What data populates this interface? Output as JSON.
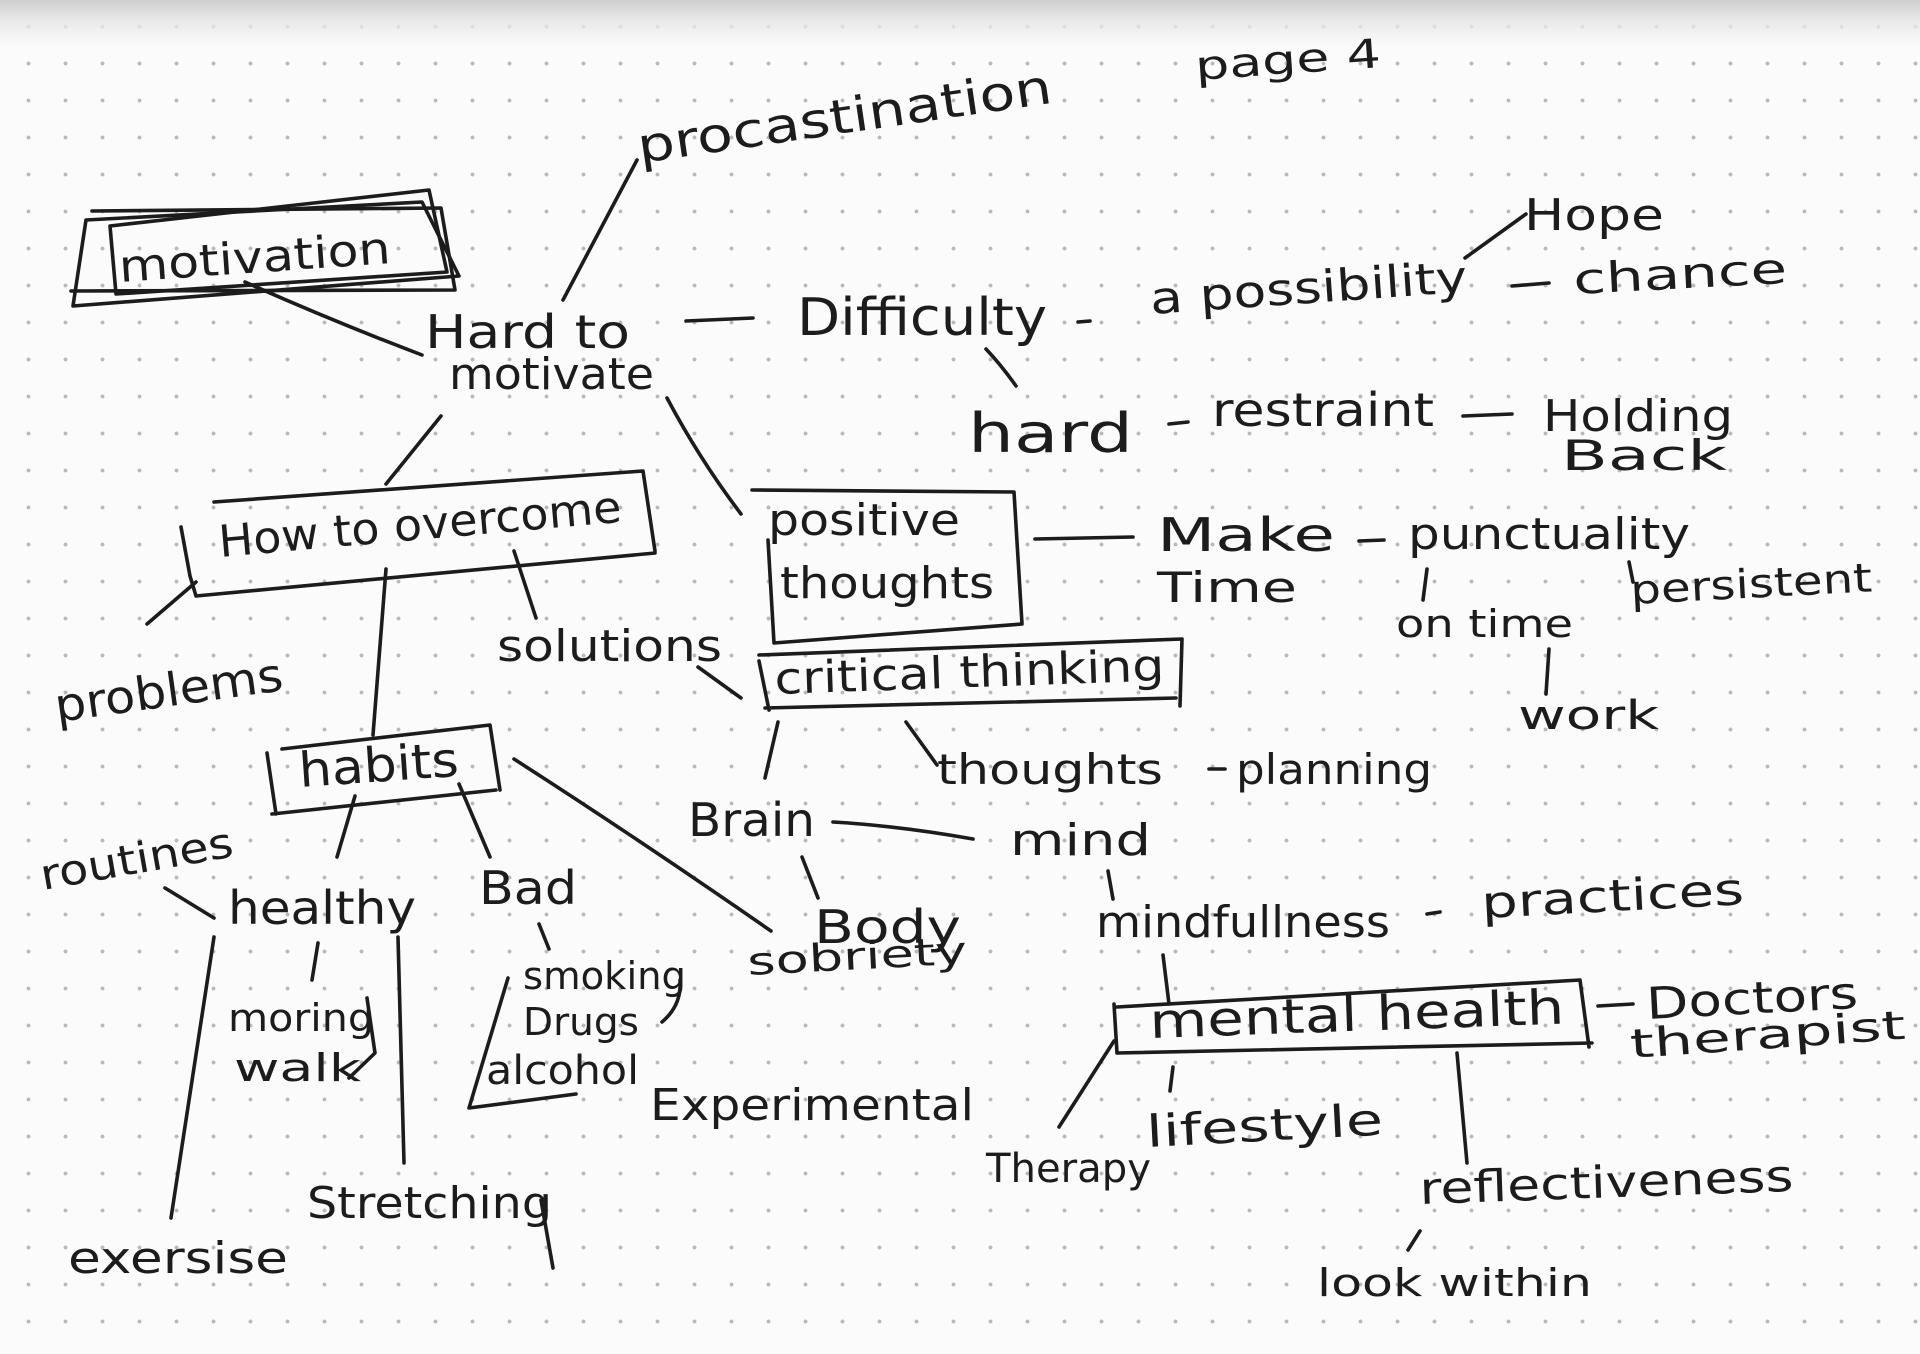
{
  "page": {
    "label": "page 4"
  },
  "mind_map": {
    "central": "motivation",
    "procrastination": "procastination",
    "hard_to_motivate": [
      "Hard to",
      "motivate"
    ],
    "difficulty": "Difficulty",
    "possibility": "a possibility",
    "hope": "Hope",
    "chance": "chance",
    "hard": "hard",
    "restraint": "restraint",
    "holding_back": [
      "Holding",
      "Back"
    ],
    "how_to_overcome": "How to overcome",
    "problems": "problems",
    "solutions": "solutions",
    "positive_thoughts": [
      "positive",
      "thoughts"
    ],
    "make_time": [
      "Make",
      "Time"
    ],
    "punctuality": "punctuality",
    "on_time": "on time",
    "work": "work",
    "persistent": "persistent",
    "critical_thinking": "critical thinking",
    "thoughts": "thoughts",
    "planning": "planning",
    "brain": "Brain",
    "mind": "mind",
    "body": "Body",
    "sobriety": "sobriety",
    "mindfullness": "mindfullness",
    "practices": "practices",
    "mental_health": "mental health",
    "doctors_therapist": [
      "Doctors",
      "therapist"
    ],
    "therapy": "Therapy",
    "lifestyle": "lifestyle",
    "reflectiveness": "reflectiveness",
    "look_within": "look within",
    "habits": "habits",
    "routines": "routines",
    "healthy": "healthy",
    "bad": "Bad",
    "bad_items": [
      "smoking",
      "Drugs",
      "alcohol"
    ],
    "morning_walk": [
      "moring",
      "walk"
    ],
    "exercise": "exersise",
    "stretching": "Stretching",
    "experimental": "Experimental"
  },
  "colors": {
    "ink": "#1c1c1c",
    "paper": "#fbfbfb",
    "dot": "#b9b9b9"
  }
}
